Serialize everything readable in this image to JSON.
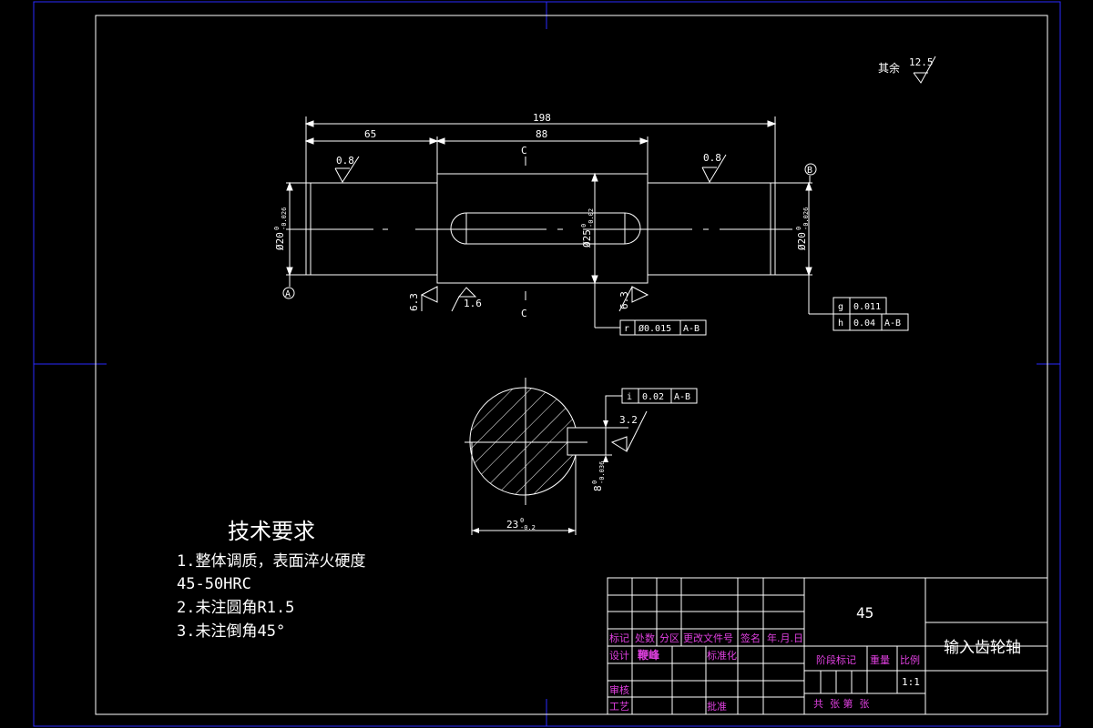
{
  "roughness_general": {
    "label": "其余",
    "value": "12.5"
  },
  "dims": {
    "overall": "198",
    "left_seg": "65",
    "mid_seg": "88",
    "dia_left": "Ø20",
    "dia_mid": "Ø25",
    "dia_right": "Ø20",
    "dev_top": "0",
    "dev_left_bot": "-0.026",
    "dev_mid_bot": "-0.02",
    "dev_right_bot": "-0.026",
    "section_width": "23",
    "section_width_top": "0",
    "section_width_bot": "-0.2",
    "key_width": "8",
    "key_dev_top": "0",
    "key_dev_bot": "-0.036"
  },
  "roughness": {
    "left": "0.8",
    "right": "0.8",
    "bottom_mid": "1.6",
    "left_shoulder": "6.3",
    "right_shoulder": "6.3",
    "keyway_side": "3.2"
  },
  "section_labels": {
    "top": "C",
    "bottom": "C"
  },
  "datums": {
    "a": "A",
    "b": "B"
  },
  "tolerances": {
    "runout": {
      "symbol": "r",
      "value": "Ø0.015",
      "datum": "A-B"
    },
    "cylindricity": {
      "symbol": "g",
      "value": "0.011",
      "datum": ""
    },
    "runout2": {
      "symbol": "h",
      "value": "0.04",
      "datum": "A-B"
    },
    "symmetry": {
      "symbol": "i",
      "value": "0.02",
      "datum": "A-B"
    }
  },
  "tech": {
    "title": "技术要求",
    "line1": "1.整体调质，表面淬火硬度",
    "line2": "45-50HRC",
    "line3": "2.未注圆角R1.5",
    "line4": "3.未注倒角45°"
  },
  "title_block": {
    "material": "45",
    "part_name": "输入齿轮轴",
    "h_mark": "标记",
    "h_count": "处数",
    "h_zone": "分区",
    "h_doc": "更改文件号",
    "h_sign": "签名",
    "h_date": "年.月.日",
    "design": "设计",
    "designer": "鞭峰",
    "standard": "标准化",
    "review": "审核",
    "process": "工艺",
    "approve": "批准",
    "stage": "阶段标记",
    "weight": "重量",
    "scale_label": "比例",
    "scale": "1:1",
    "sheets": "共  张 第  张"
  }
}
